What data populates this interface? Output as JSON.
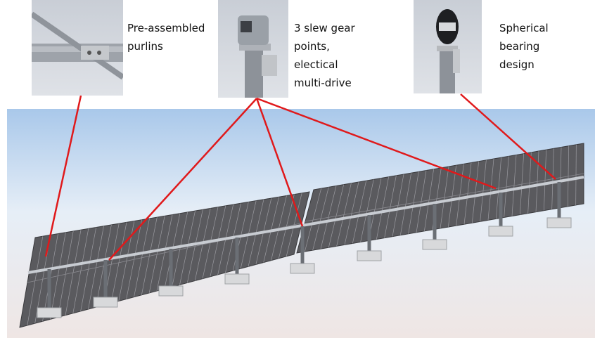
{
  "callouts": [
    {
      "label": "Pre-assembled\npurlins",
      "image": "purlin-closeup"
    },
    {
      "label": "3 slew gear\npoints,\nelectical\nmulti-drive",
      "image": "slew-gear-closeup"
    },
    {
      "label": "Spherical\nbearing\ndesign",
      "image": "spherical-bearing-closeup"
    }
  ],
  "colors": {
    "leader": "#e0191b",
    "panel": "#5a5a5e",
    "sky_top": "#a9c8ea",
    "ground": "#efe8e6"
  }
}
